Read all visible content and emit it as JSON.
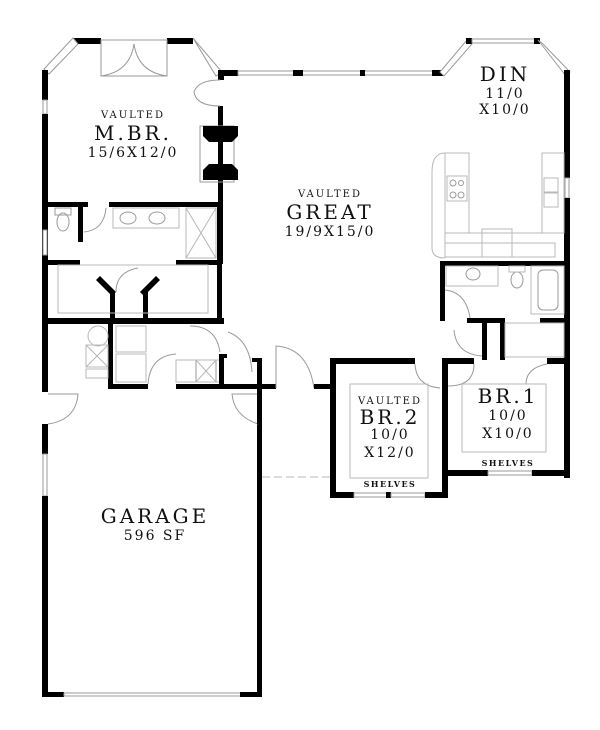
{
  "plan": {
    "rooms": [
      {
        "id": "master-bedroom",
        "qualifier": "VAULTED",
        "name": "M.BR.",
        "size": "15/6X12/0"
      },
      {
        "id": "great-room",
        "qualifier": "VAULTED",
        "name": "GREAT",
        "size": "19/9X15/0"
      },
      {
        "id": "dining",
        "name": "DIN",
        "size_w": "11/0",
        "size_h": "X10/0"
      },
      {
        "id": "bedroom-2",
        "qualifier": "VAULTED",
        "name": "BR.2",
        "size_w": "10/0",
        "size_h": "X12/0",
        "closet": "SHELVES"
      },
      {
        "id": "bedroom-1",
        "name": "BR.1",
        "size_w": "10/0",
        "size_h": "X10/0",
        "closet": "SHELVES"
      },
      {
        "id": "garage",
        "name": "GARAGE",
        "area": "596 SF"
      }
    ],
    "colors": {
      "wall": "#000000",
      "fixture_line": "#b8b8b8",
      "background": "#ffffff"
    }
  }
}
